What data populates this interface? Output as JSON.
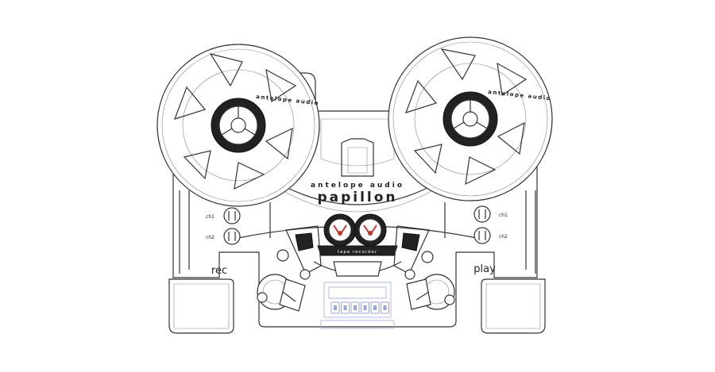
{
  "brand": {
    "maker": "antelope audio",
    "model": "papillon",
    "meter_caption": "tape recorder",
    "reel_caption": "antelope audio"
  },
  "labels": {
    "left_side": "rec",
    "right_side": "play",
    "left_knob_1": "ch1",
    "left_knob_2": "ch2",
    "right_knob_1": "ch1",
    "right_knob_2": "ch2"
  },
  "transport": {
    "buttons": [
      "rew",
      "stop",
      "play",
      "ff",
      "rec",
      "pause"
    ]
  },
  "colors": {
    "line": "#333333",
    "faint": "#888888",
    "accent_red": "#c0392b",
    "transport_blue": "#9aa4d8"
  }
}
